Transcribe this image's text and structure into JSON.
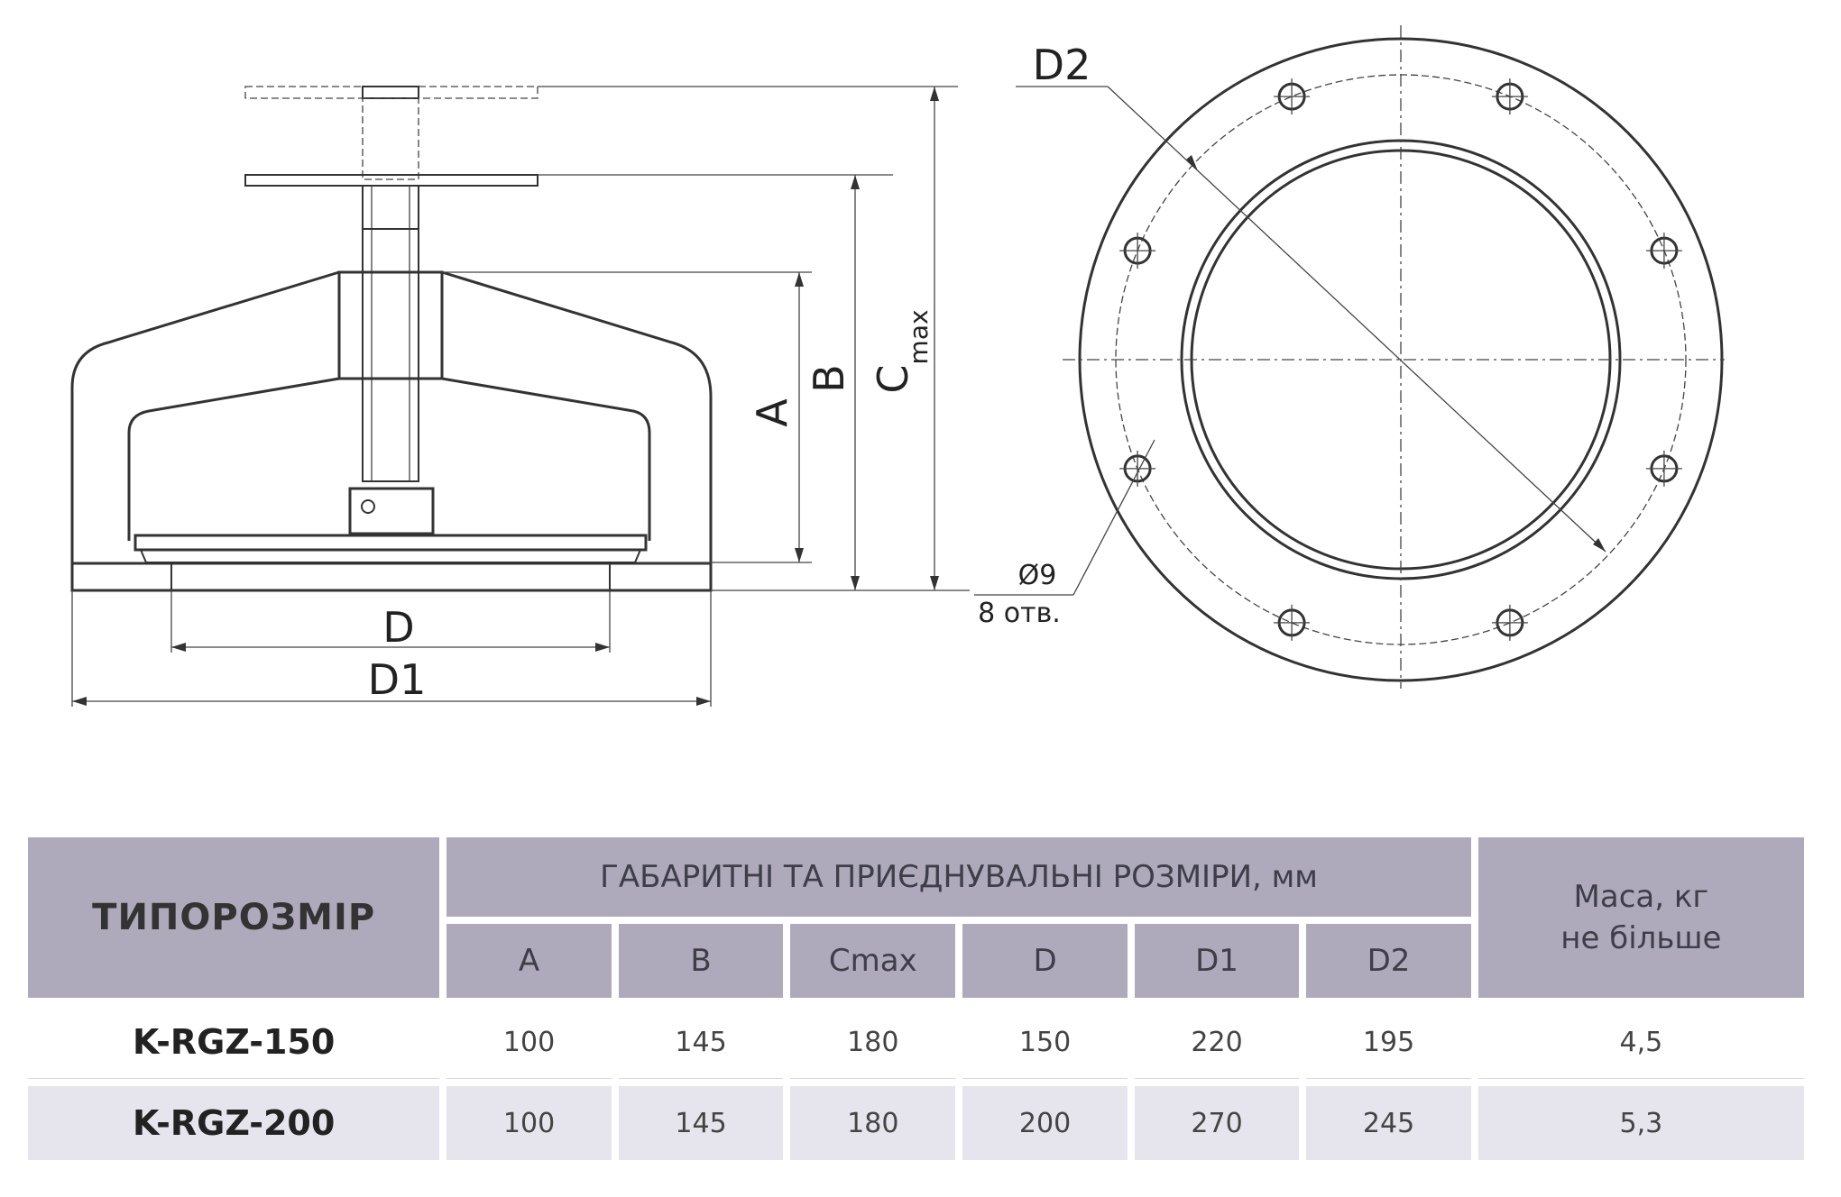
{
  "drawing": {
    "labels": {
      "a": "A",
      "b": "B",
      "c_main": "C",
      "c_sub": "max",
      "d": "D",
      "d1": "D1",
      "d2": "D2",
      "hole_diameter": "Ø9",
      "hole_count": "8 отв."
    }
  },
  "table": {
    "model_header": "ТИПОРОЗМІР",
    "group_header": "ГАБАРИТНІ ТА ПРИЄДНУВАЛЬНІ РОЗМІРИ, мм",
    "columns": [
      "A",
      "B",
      "Cmax",
      "D",
      "D1",
      "D2"
    ],
    "mass_header_line1": "Маса, кг",
    "mass_header_line2": "не більше",
    "rows": [
      {
        "model": "K-RGZ-150",
        "values": [
          "100",
          "145",
          "180",
          "150",
          "220",
          "195"
        ],
        "mass": "4,5"
      },
      {
        "model": "K-RGZ-200",
        "values": [
          "100",
          "145",
          "180",
          "200",
          "270",
          "245"
        ],
        "mass": "5,3"
      }
    ]
  }
}
